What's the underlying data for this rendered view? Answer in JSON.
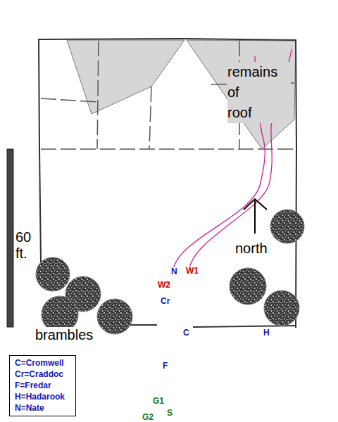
{
  "diagram": {
    "labels": [
      "remains of roof",
      "north",
      "60 ft.",
      "brambles",
      "N",
      "W1",
      "W2",
      "Cr",
      "C",
      "H",
      "F",
      "G1",
      "S",
      "G2"
    ],
    "legend": [
      {
        "text": "C=Cromwell"
      },
      {
        "text": "Cr=Craddoc"
      },
      {
        "text": "F=Fredar"
      },
      {
        "text": "H=Hadarook"
      },
      {
        "text": "N=Nate"
      }
    ]
  }
}
